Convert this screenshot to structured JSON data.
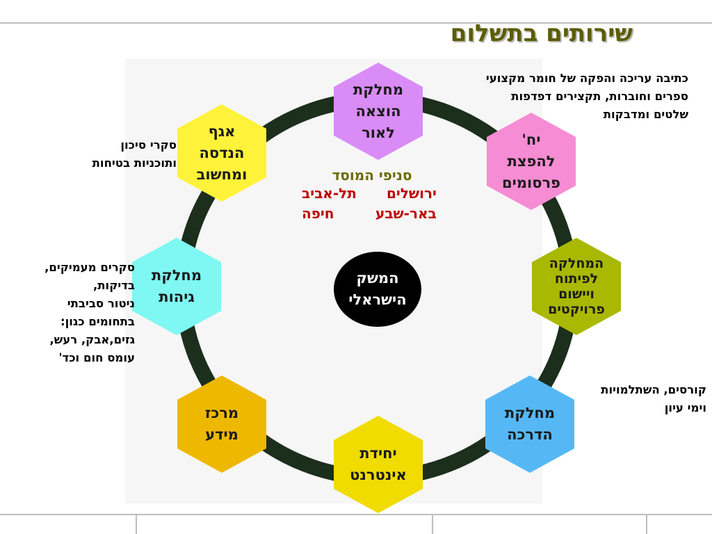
{
  "title": "שירותים בתשלום",
  "center": {
    "label": "המשק\nהישראלי"
  },
  "branches": {
    "title": "סניפי המוסד",
    "cities": [
      "ירושלים",
      "תל-אביב",
      "באר-שבע",
      "חיפה"
    ]
  },
  "departments": [
    {
      "label": "מחלקת\nהוצאה\nלאור",
      "color": "#d98cf5"
    },
    {
      "label": "יח'\nלהפצת\nפרסומים",
      "color": "#f68cd3"
    },
    {
      "label": "המחלקה\nלפיתוח\nויישום\nפרויקטים",
      "color": "#a9b800"
    },
    {
      "label": "מחלקת\nהדרכה",
      "color": "#55b8f5"
    },
    {
      "label": "יחידת\nאינטרנט",
      "color": "#f0dc00"
    },
    {
      "label": "מרכז\nמידע",
      "color": "#eeb800"
    },
    {
      "label": "מחלקת\nגיהות",
      "color": "#7ff7f2"
    },
    {
      "label": "אגף\nהנדסה\nומחשוב",
      "color": "#fff23a"
    }
  ],
  "notes": {
    "publishing": "כתיבה עריכה והפקה של חומר מקצועי\nספרים וחוברות, תקצירים דפדפות\nשלטים ומדבקות",
    "engineering": "סקרי סיכון\nותוכניות בטיחות",
    "hygiene": "סקרים מעמיקים,\nבדיקות,\nניטור סביבתי\nבתחומים כגון:\nגזים,אבק, רעש,\nעומס חום וכד'",
    "training": "קורסים, השתלמויות\nוימי עיון"
  },
  "colors": {
    "ring": "#1c2e1c",
    "title": "#5c5c00",
    "branch_city": "#c00000"
  }
}
